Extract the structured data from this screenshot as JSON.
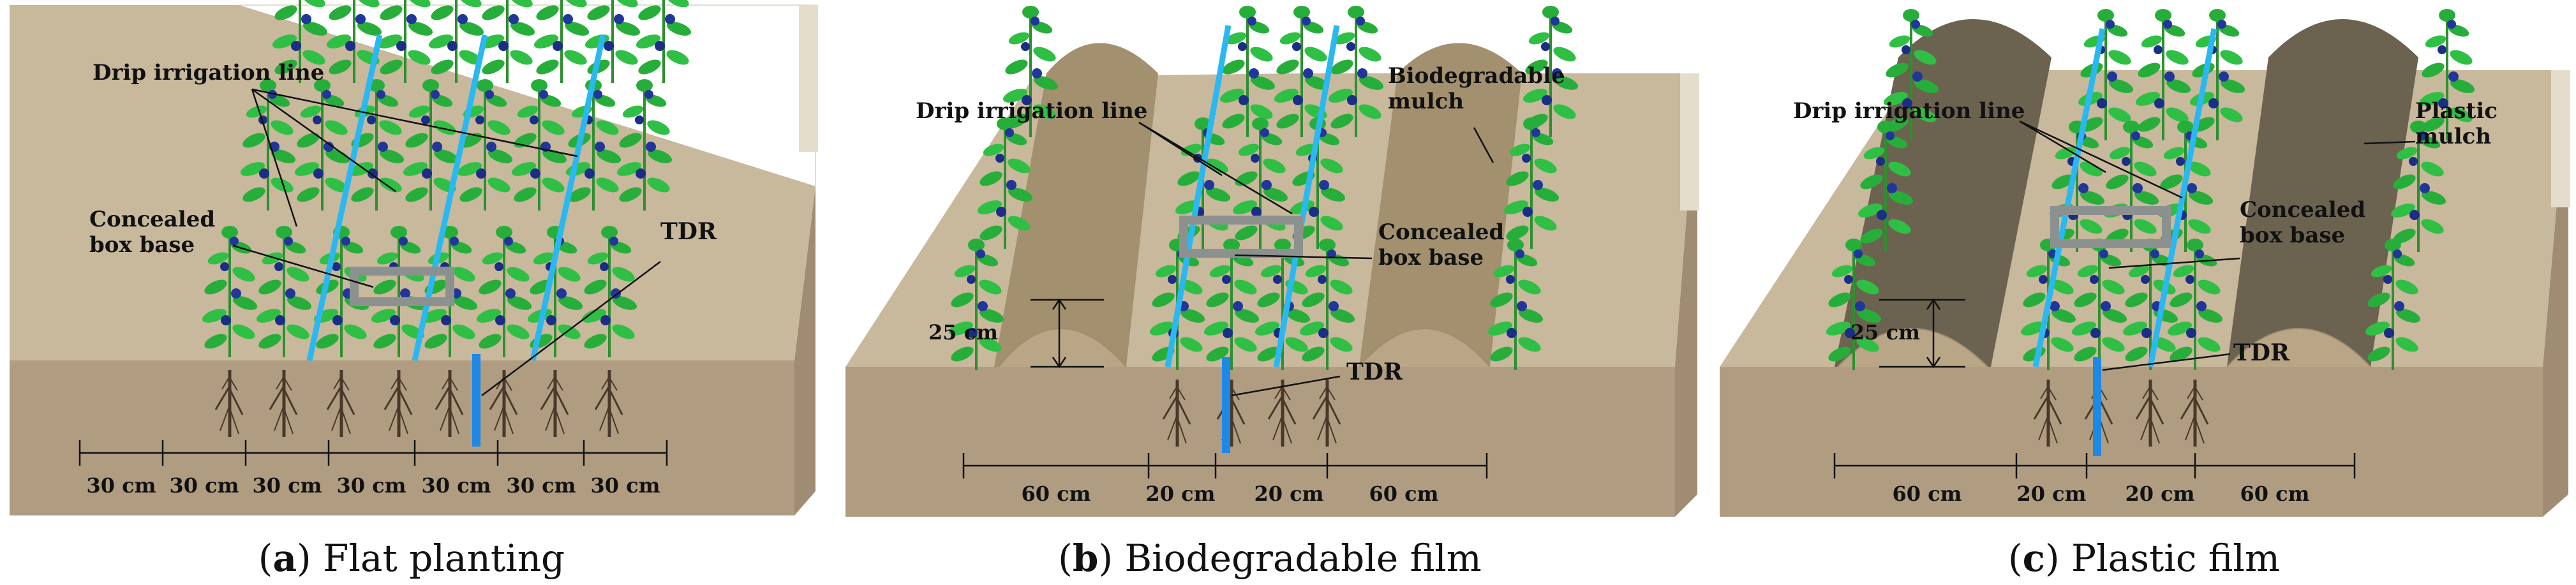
{
  "colors": {
    "soil_top": "#c8b89c",
    "soil_side": "#ab987d",
    "soil_front": "#b09d81",
    "ridge_bio": "#a3906f",
    "ridge_plastic": "#6b624f",
    "drip_line": "#2bb8f0",
    "tdr": "#1e88e5",
    "box_base": "#8c9190",
    "leaf": "#27ae3a",
    "flower": "#1c2d86",
    "root": "#4a382a"
  },
  "panels": [
    {
      "id": "a",
      "caption_letter": "a",
      "caption_text": " Flat planting",
      "labels": {
        "drip": "Drip irrigation line",
        "box1": "Concealed",
        "box2": "box base",
        "tdr": "TDR"
      },
      "dims": [
        "30 cm",
        "30 cm",
        "30 cm",
        "30 cm",
        "30 cm",
        "30 cm",
        "30 cm"
      ]
    },
    {
      "id": "b",
      "caption_letter": "b",
      "caption_text": " Biodegradable film",
      "labels": {
        "drip": "Drip irrigation line",
        "mulch1": "Biodegradable",
        "mulch2": "mulch",
        "box1": "Concealed",
        "box2": "box base",
        "tdr": "TDR",
        "height": "25 cm"
      },
      "dims": [
        "60 cm",
        "20 cm",
        "20 cm",
        "60 cm"
      ]
    },
    {
      "id": "c",
      "caption_letter": "c",
      "caption_text": " Plastic film",
      "labels": {
        "drip": "Drip irrigation line",
        "mulch1": "Plastic",
        "mulch2": "mulch",
        "box1": "Concealed",
        "box2": "box base",
        "tdr": "TDR",
        "height": "25 cm"
      },
      "dims": [
        "60 cm",
        "20 cm",
        "20 cm",
        "60 cm"
      ]
    }
  ]
}
